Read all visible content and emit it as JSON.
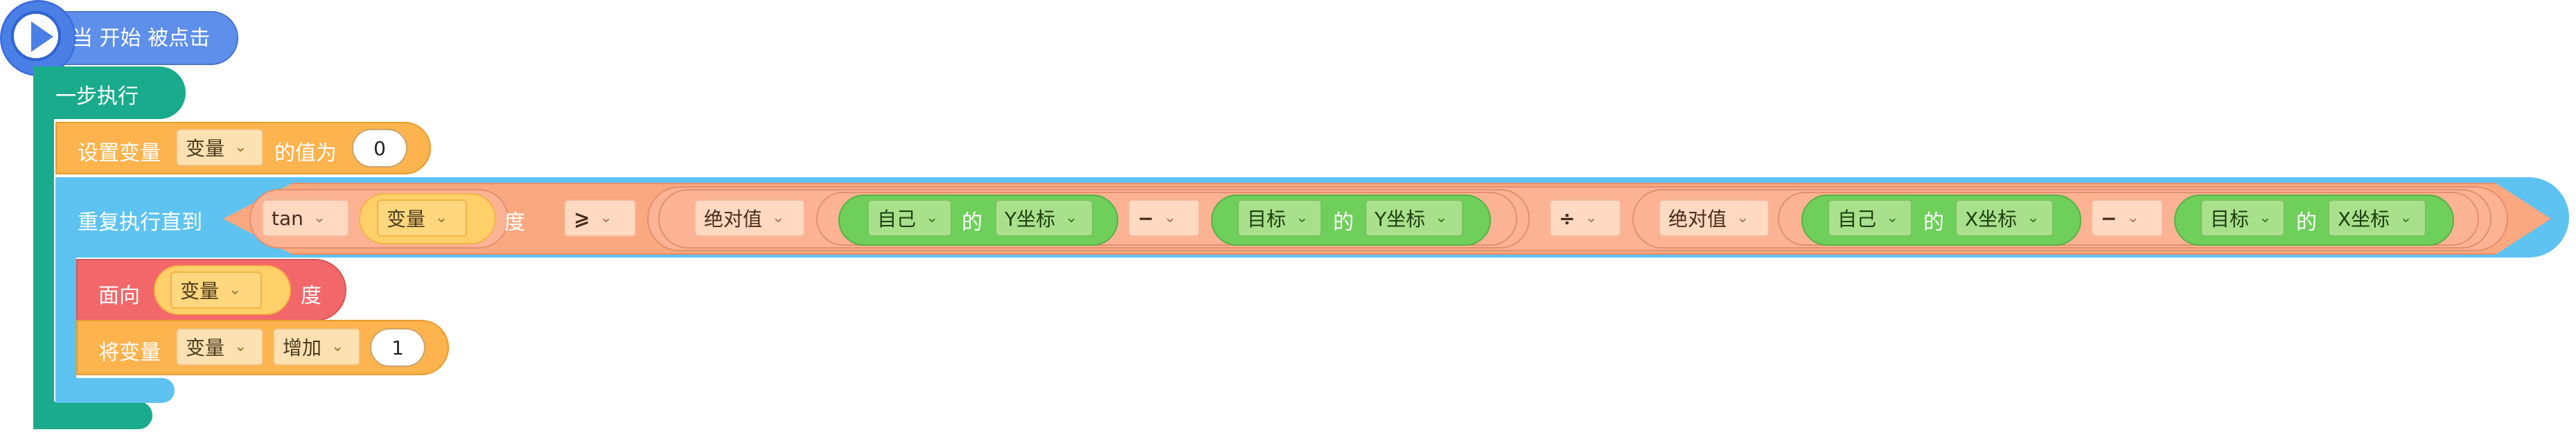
{
  "start_block": {
    "label": "当 开始 被点击"
  },
  "step_block": {
    "label": "一步执行"
  },
  "set_block": {
    "label": "设置变量",
    "var": "变量",
    "mid": "的值为",
    "value": "0"
  },
  "repeat_block": {
    "label": "重复执行直到",
    "tan_func": "tan",
    "tan_var": "变量",
    "deg": "度",
    "op_compare": "⩾",
    "abs1": "绝对值",
    "self1": "自己",
    "of1": "的",
    "y1": "Y坐标",
    "minus1": "−",
    "target1": "目标",
    "of2": "的",
    "y2": "Y坐标",
    "divide": "÷",
    "abs2": "绝对值",
    "self2": "自己",
    "of3": "的",
    "x1": "X坐标",
    "minus2": "−",
    "target2": "目标",
    "of4": "的",
    "x2": "X坐标"
  },
  "face_block": {
    "label": "面向",
    "var": "变量",
    "unit": "度"
  },
  "change_block": {
    "label": "将变量",
    "var": "变量",
    "op": "增加",
    "value": "1"
  },
  "icons": {
    "chevron": "chevron-down-icon",
    "play": "play-icon"
  },
  "colors": {
    "event": "#5e8fea",
    "control": "#1aab8c",
    "variable": "#fdb34e",
    "loop": "#5ec3f1",
    "operator": "#f9a880",
    "sensing": "#6fcf5b",
    "motion": "#f2686a"
  }
}
